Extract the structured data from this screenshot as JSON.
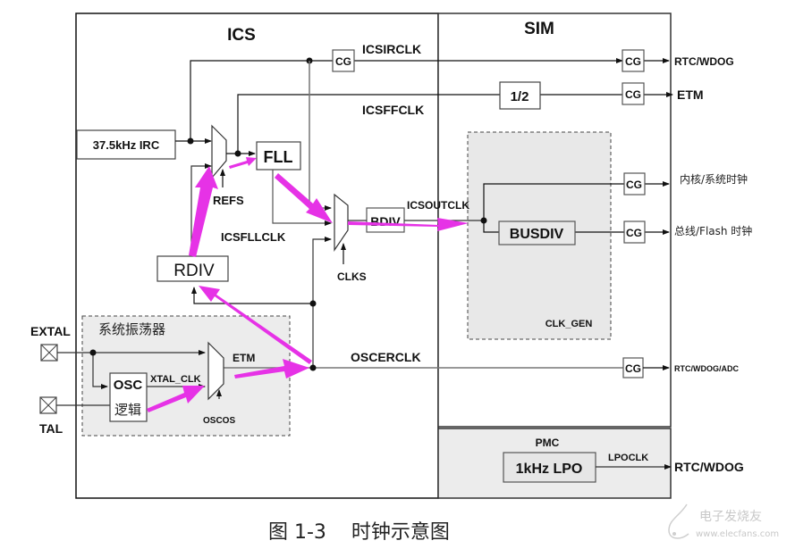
{
  "diagram": {
    "title": "Clock diagram",
    "modules": {
      "ics": {
        "label": "ICS"
      },
      "sim": {
        "label": "SIM"
      },
      "pmc": {
        "label": "PMC"
      },
      "clk_gen": {
        "label": "CLK_GEN"
      },
      "sys_osc": {
        "label": "系统振荡器"
      }
    },
    "blocks": {
      "irc": "37.5kHz IRC",
      "fll": "FLL",
      "rdiv": "RDIV",
      "bdiv": "BDIV",
      "div2": "1/2",
      "busdiv": "BUSDIV",
      "lpo": "1kHz LPO",
      "osc_top": "OSC",
      "osc_bottom": "逻辑",
      "cg": "CG"
    },
    "signals": {
      "icsirclk": "ICSIRCLK",
      "icsffclk": "ICSFFCLK",
      "icsfllclk": "ICSFLLCLK",
      "icsoutclk": "ICSOUTCLK",
      "oscerclk": "OSCERCLK",
      "lpoclk": "LPOCLK",
      "xtal_clk": "XTAL_CLK",
      "refs": "REFS",
      "clks": "CLKS",
      "oscos": "OSCOS",
      "etm_mux": "ETM"
    },
    "pins": {
      "extal": "EXTAL",
      "tal": "TAL"
    },
    "outputs": [
      "RTC/WDOG",
      "ETM",
      "内核/系统时钟",
      "总线/Flash 时钟",
      "RTC/WDOG/ADC",
      "RTC/WDOG"
    ],
    "highlight_color": "#e632e6",
    "caption": "图 1-3    时钟示意图",
    "watermark": {
      "name": "电子发烧友",
      "url": "www.elecfans.com"
    }
  }
}
